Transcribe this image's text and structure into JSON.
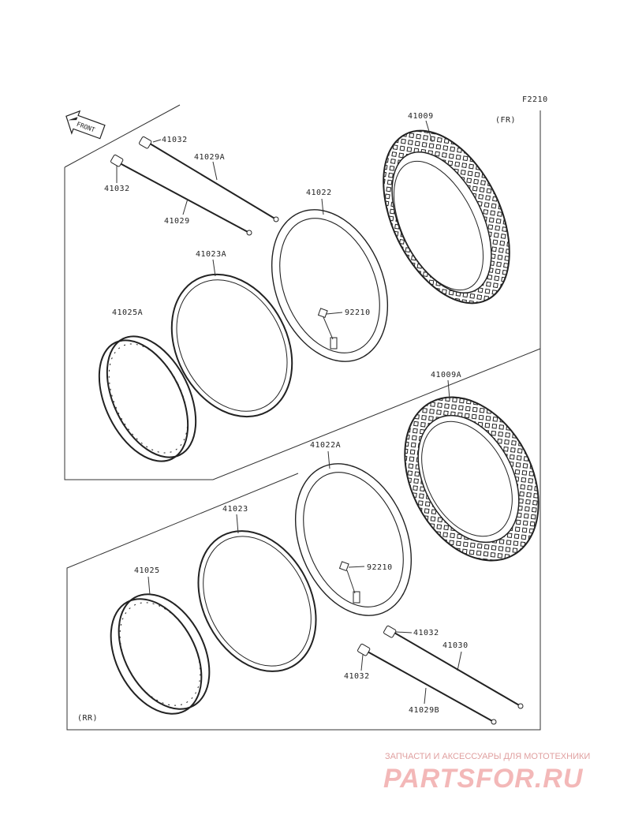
{
  "diagram_code": "F2210",
  "front_section": "(FR)",
  "rear_section": "(RR)",
  "front_arrow_label": "FRONT",
  "labels": {
    "front_tire": "41009",
    "front_spoke_nipple_a": "41032",
    "front_spoke_a": "41029A",
    "front_spoke_nipple_b": "41032",
    "front_spoke": "41029",
    "front_tube": "41022",
    "front_rim_band": "41023A",
    "front_rim": "41025A",
    "front_valve_nut": "92210",
    "rear_tire": "41009A",
    "rear_tube": "41022A",
    "rear_rim_band": "41023",
    "rear_rim": "41025",
    "rear_valve_nut": "92210",
    "rear_spoke_nipple_a": "41032",
    "rear_spoke": "41030",
    "rear_spoke_nipple_b": "41032",
    "rear_spoke_b": "41029B"
  },
  "watermark": {
    "tagline": "ЗАПЧАСТИ И АКСЕССУАРЫ ДЛЯ МОТОТЕХНИКИ",
    "brand": "PARTSFOR.RU"
  }
}
